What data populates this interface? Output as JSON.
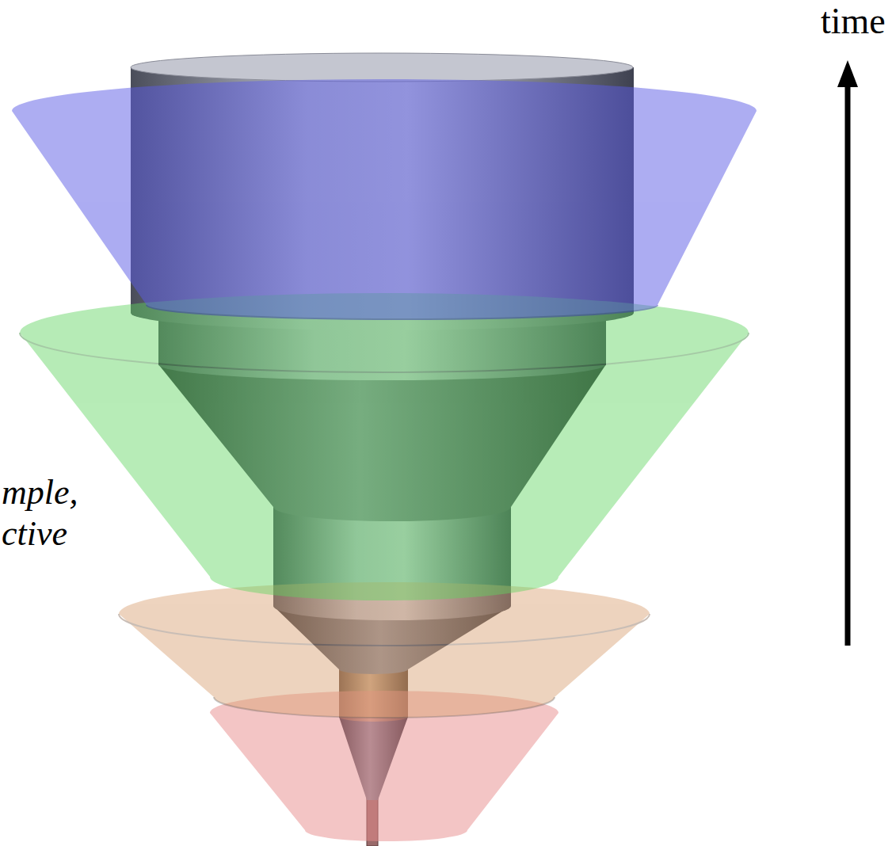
{
  "diagram": {
    "labels": [
      "time",
      "mple,",
      "ctive"
    ]
  }
}
